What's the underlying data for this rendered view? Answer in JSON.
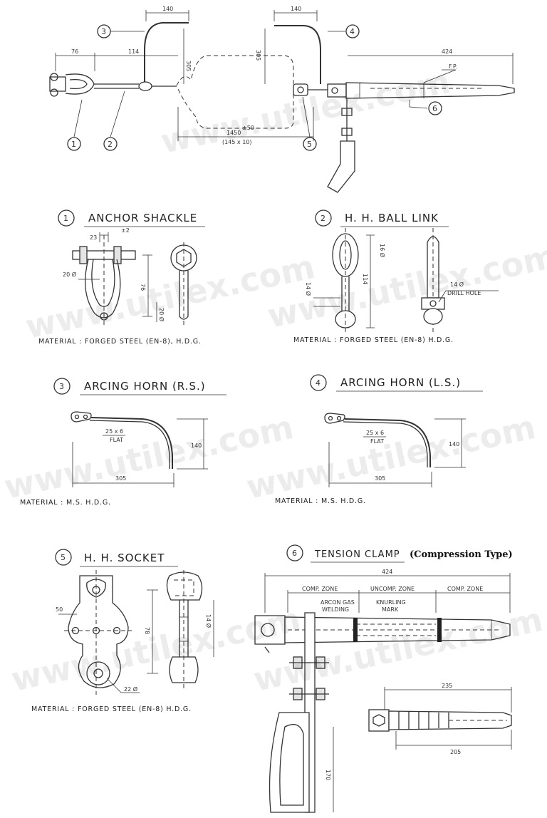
{
  "watermark": "www.utilex.com",
  "overview": {
    "dims": {
      "d140a": "140",
      "d140b": "140",
      "d76": "76",
      "d114": "114",
      "d305a": "305",
      "d305b": "305",
      "d424": "424",
      "d1450": "1450",
      "tol": "±50",
      "sub": "(145 x 10)"
    },
    "fp_label": "F.P.",
    "callouts": [
      "1",
      "2",
      "3",
      "4",
      "5",
      "6"
    ]
  },
  "parts": {
    "p1": {
      "num": "1",
      "title": "ANCHOR SHACKLE",
      "dims": {
        "d23": "23",
        "tol": "±2",
        "d20a": "20 Ø",
        "d76": "76",
        "d20b": "20 Ø"
      },
      "material": "MATERIAL : FORGED STEEL (EN-8), H.D.G."
    },
    "p2": {
      "num": "2",
      "title": "H. H. BALL LINK",
      "dims": {
        "d16": "16 Ø",
        "d114": "114",
        "d14a": "14 Ø",
        "d14b": "14 Ø"
      },
      "drill": "DRILL HOLE",
      "material": "MATERIAL : FORGED STEEL (EN-8) H.D.G."
    },
    "p3": {
      "num": "3",
      "title": "ARCING HORN (R.S.)",
      "dims": {
        "flat": "25 x 6",
        "flat2": "FLAT",
        "d140": "140",
        "d305": "305"
      },
      "material": "MATERIAL : M.S. H.D.G."
    },
    "p4": {
      "num": "4",
      "title": "ARCING HORN (L.S.)",
      "dims": {
        "flat": "25 x 6",
        "flat2": "FLAT",
        "d140": "140",
        "d305": "305"
      },
      "material": "MATERIAL : M.S. H.D.G."
    },
    "p5": {
      "num": "5",
      "title": "H. H. SOCKET",
      "dims": {
        "d50": "50",
        "d78": "78",
        "d14": "14 Ø",
        "d22": "22 Ø"
      },
      "material": "MATERIAL : FORGED STEEL (EN-8) H.D.G."
    },
    "p6": {
      "num": "6",
      "title": "TENSION CLAMP",
      "subtitle": "(Compression Type)",
      "dims": {
        "d424": "424",
        "d235": "235",
        "d205": "205",
        "d170": "170"
      },
      "zones": [
        "COMP. ZONE",
        "UNCOMP. ZONE",
        "COMP. ZONE"
      ],
      "labels": [
        "ARCON GAS",
        "WELDING",
        "KNURLING",
        "MARK"
      ]
    }
  }
}
